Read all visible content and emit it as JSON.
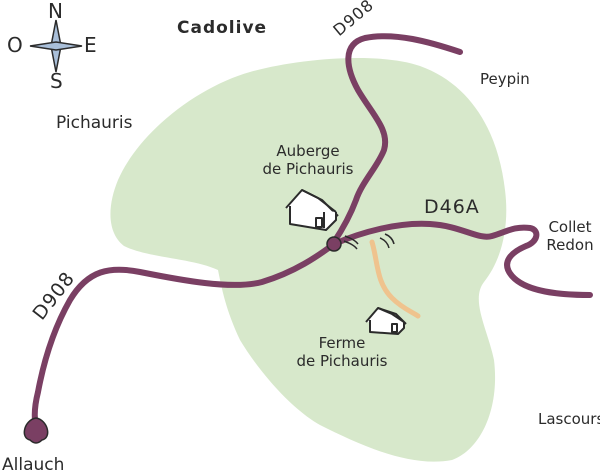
{
  "colors": {
    "area": "#d7e8cb",
    "road": "#7a3f63",
    "track": "#efc38e",
    "ink": "#2b2b2b",
    "compass": "#a9bfd9"
  },
  "compass": {
    "north": "N",
    "south": "S",
    "east": "E",
    "west": "O"
  },
  "places": {
    "cadolive": "Cadolive",
    "peypin": "Peypin",
    "pichauris": "Pichauris",
    "collet_line1": "Collet",
    "collet_line2": "Redon",
    "lascours": "Lascours",
    "allauch": "Allauch"
  },
  "buildings": {
    "auberge_line1": "Auberge",
    "auberge_line2": "de Pichauris",
    "ferme_line1": "Ferme",
    "ferme_line2": "de Pichauris"
  },
  "roads": {
    "d908_north": "D908",
    "d908_west": "D908",
    "d46a": "D46A"
  }
}
